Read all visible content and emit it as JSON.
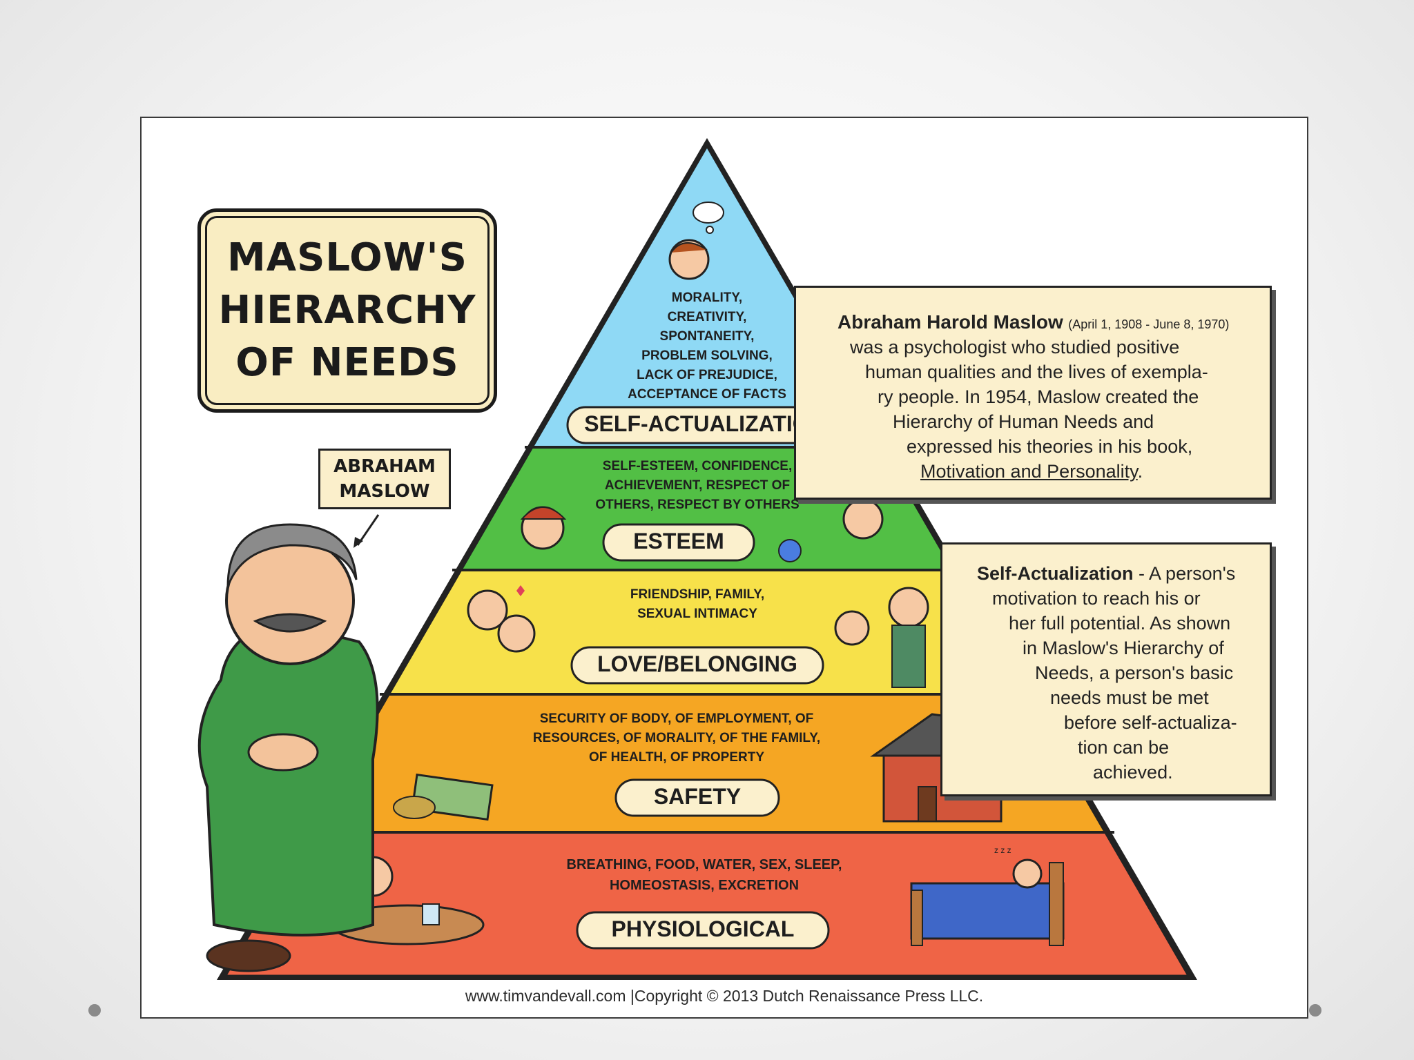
{
  "title_lines": [
    "MASLOW'S",
    "HIERARCHY",
    "OF NEEDS"
  ],
  "name_tag_lines": [
    "ABRAHAM",
    "MASLOW"
  ],
  "levels": [
    {
      "label": "SELF-ACTUALIZATION",
      "desc_lines": [
        "MORALITY,",
        "CREATIVITY,",
        "SPONTANEITY,",
        "PROBLEM SOLVING,",
        "LACK OF PREJUDICE,",
        "ACCEPTANCE OF FACTS"
      ],
      "color": "#8fd9f5"
    },
    {
      "label": "ESTEEM",
      "desc_lines": [
        "SELF-ESTEEM, CONFIDENCE,",
        "ACHIEVEMENT, RESPECT OF",
        "OTHERS, RESPECT BY OTHERS"
      ],
      "color": "#52bf45"
    },
    {
      "label": "LOVE/BELONGING",
      "desc_lines": [
        "FRIENDSHIP, FAMILY,",
        "SEXUAL INTIMACY"
      ],
      "color": "#f7e14a"
    },
    {
      "label": "SAFETY",
      "desc_lines": [
        "SECURITY OF BODY, OF EMPLOYMENT, OF",
        "RESOURCES, OF MORALITY, OF THE FAMILY,",
        "OF HEALTH, OF PROPERTY"
      ],
      "color": "#f5a623"
    },
    {
      "label": "PHYSIOLOGICAL",
      "desc_lines": [
        "BREATHING, FOOD, WATER, SEX, SLEEP,",
        "HOMEOSTASIS, EXCRETION"
      ],
      "color": "#ef6446"
    }
  ],
  "bio": {
    "name": "Abraham Harold Maslow",
    "dates": "(April 1, 1908 - June 8, 1970)",
    "lines": [
      "was a psychologist who studied positive",
      "human qualities and the lives of exempla-",
      "ry people. In 1954, Maslow created the",
      "Hierarchy of Human Needs and",
      "expressed his theories in his book,"
    ],
    "book": "Motivation and Personality",
    "book_end": "."
  },
  "definition": {
    "term": "Self-Actualization",
    "lines_first": " - A person's",
    "lines": [
      "motivation to reach his or",
      "her full potential. As shown",
      "in Maslow's Hierarchy of",
      "Needs, a person's basic",
      "needs must be met",
      "before self-actualiza-",
      "tion can be",
      "achieved."
    ]
  },
  "footer": "www.timvandevall.com |Copyright © 2013 Dutch Renaissance Press LLC.",
  "sleep_zs": "z z z"
}
